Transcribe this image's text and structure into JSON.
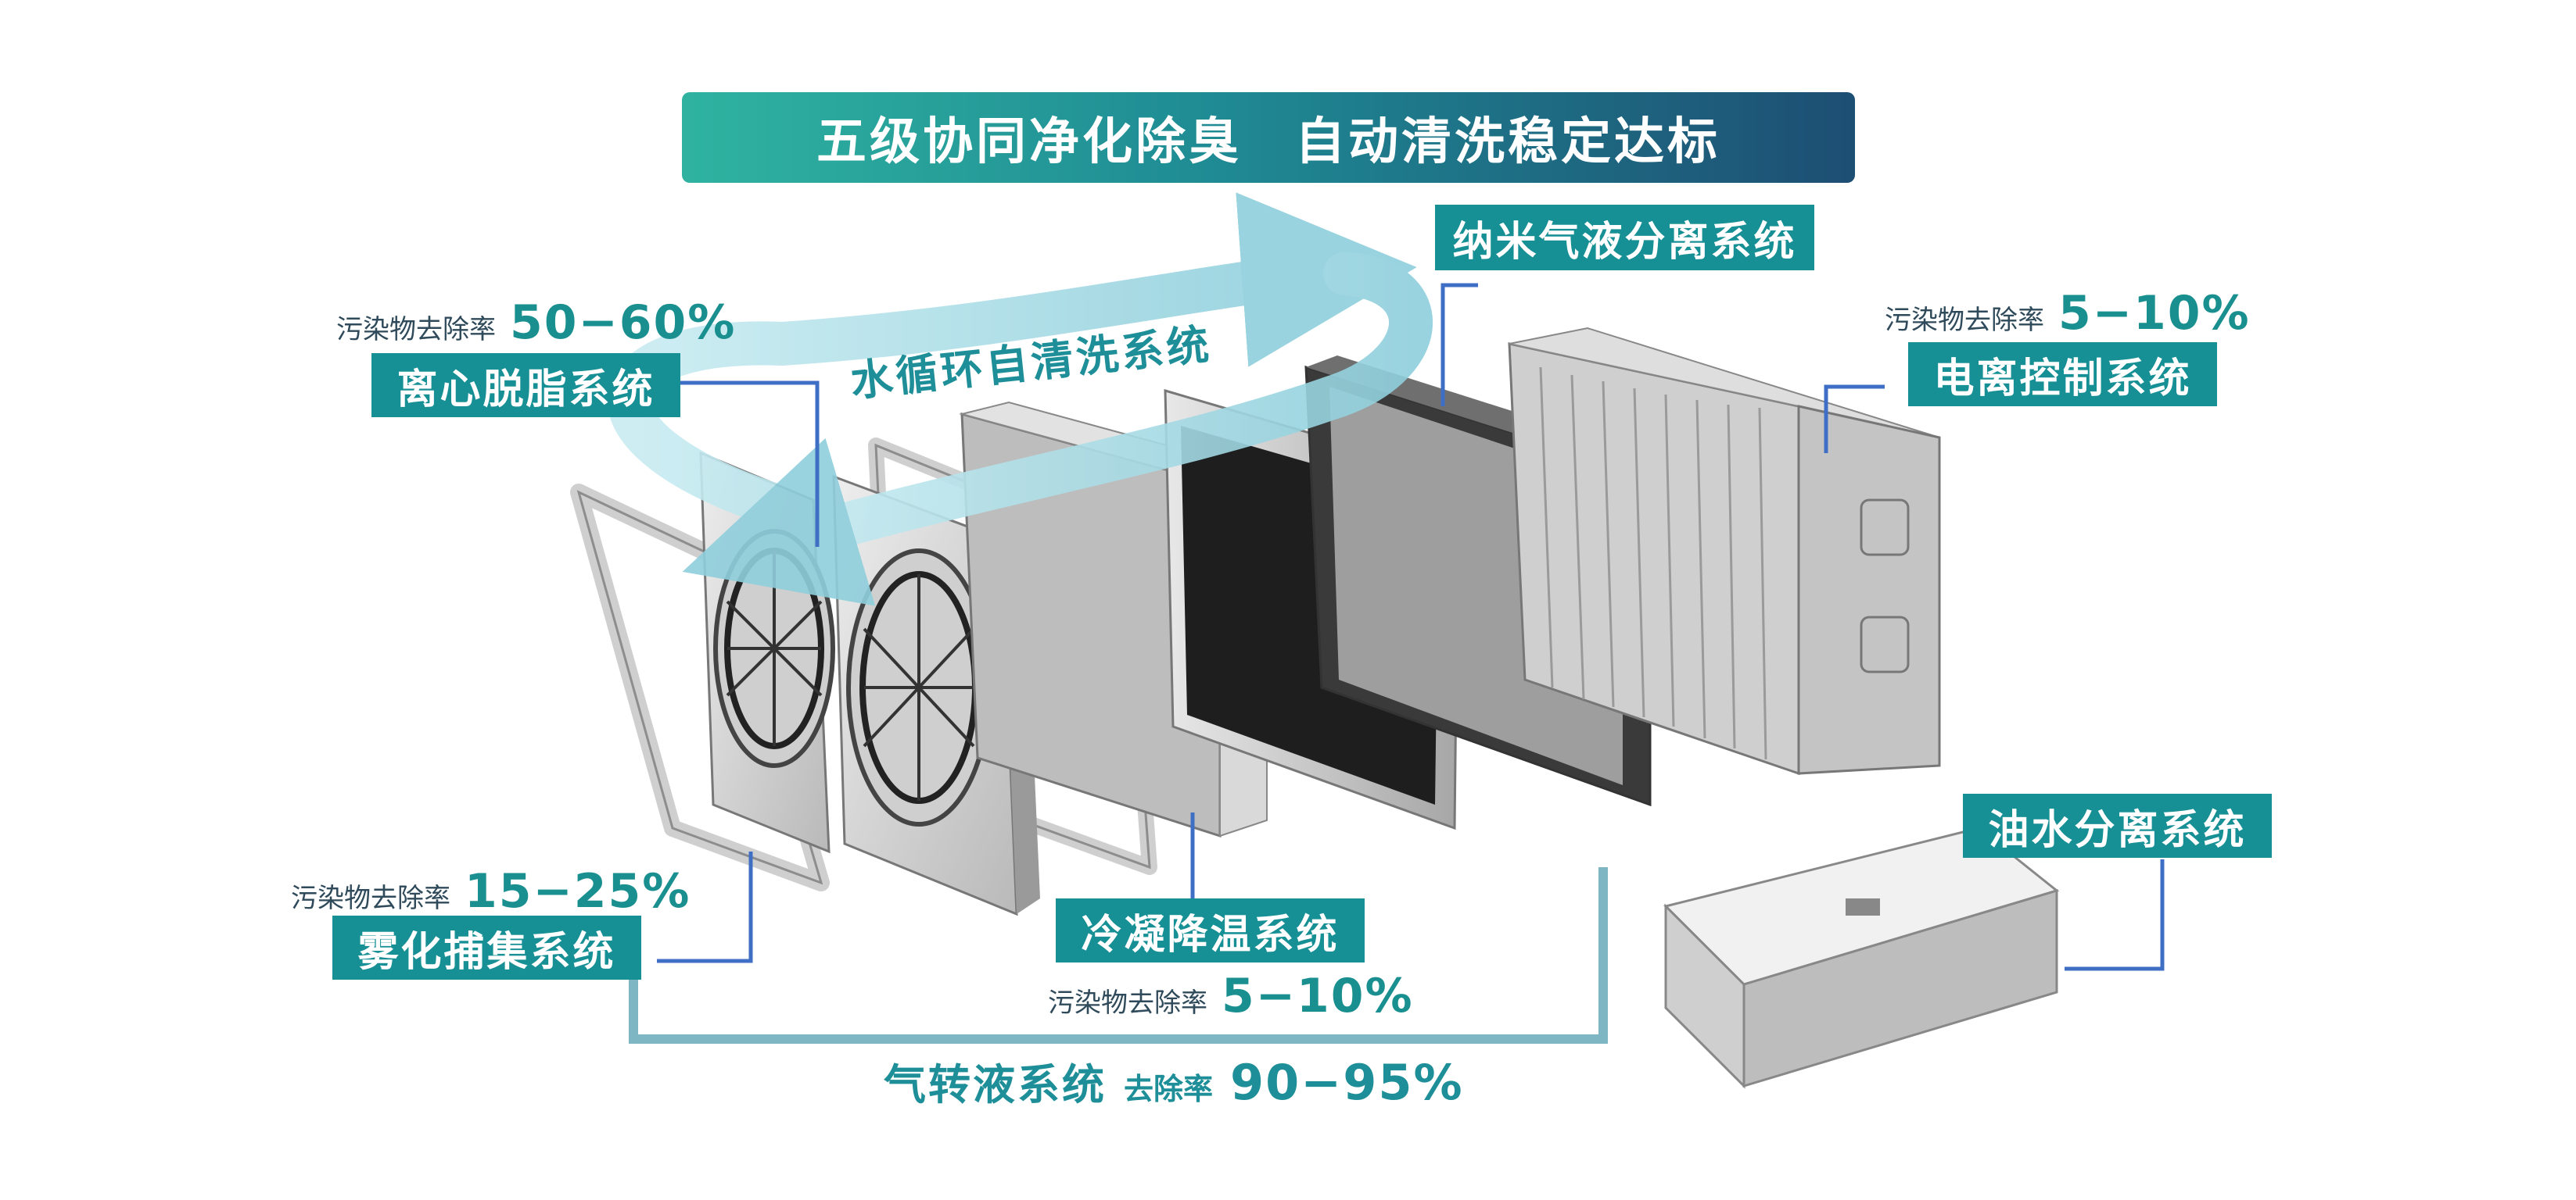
{
  "title": "五级协同净化除臭　自动清洗稳定达标",
  "cycle_label": "水循环自清洗系统",
  "removal_label": "污染物去除率",
  "systems": {
    "centrifugal": {
      "name": "离心脱脂系统",
      "rate": "50−60%"
    },
    "nano": {
      "name": "纳米气液分离系统"
    },
    "ionization": {
      "name": "电离控制系统",
      "rate": "5−10%"
    },
    "atomization": {
      "name": "雾化捕集系统",
      "rate": "15−25%"
    },
    "condensation": {
      "name": "冷凝降温系统",
      "rate": "5−10%"
    },
    "oil_water": {
      "name": "油水分离系统"
    }
  },
  "gas_to_liquid": {
    "name": "气转液系统",
    "sub": "去除率",
    "rate": "90−95%"
  },
  "colors": {
    "tag_bg": "#168f95",
    "leader_line": "#3f6fc4",
    "bracket": "#7fb6c4",
    "arrow": "#a9dbe6"
  }
}
